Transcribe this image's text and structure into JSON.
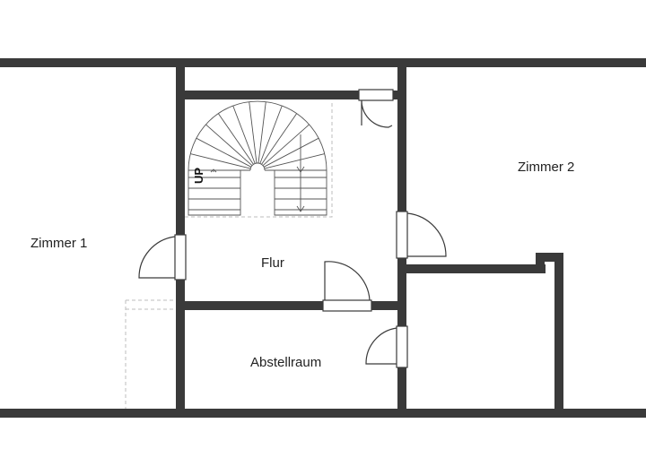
{
  "rooms": {
    "zimmer1": "Zimmer 1",
    "zimmer2": "Zimmer 2",
    "flur": "Flur",
    "abstellraum": "Abstellraum"
  },
  "stair_label": "UP",
  "colors": {
    "wall": "#3a3a3a",
    "background": "#ffffff",
    "dashed_line": "#bdbdbd"
  }
}
